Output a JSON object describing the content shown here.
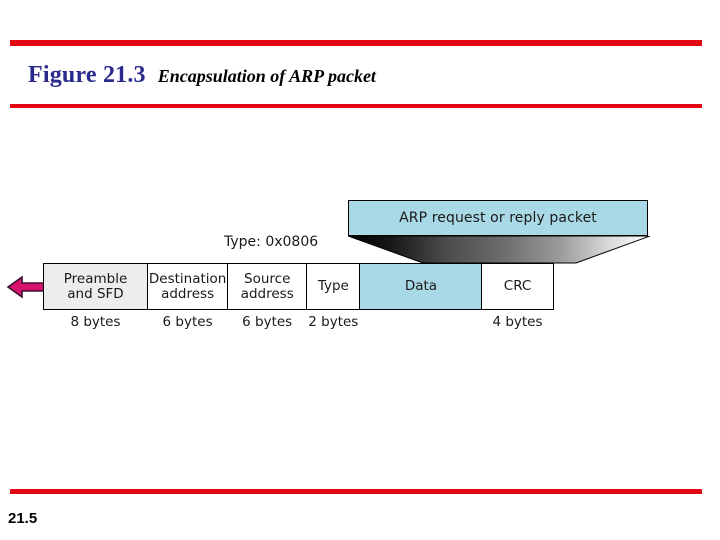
{
  "slide": {
    "figure_label": "Figure 21.3",
    "figure_caption": "Encapsulation of ARP packet",
    "page_number": "21.5",
    "rule_color": "#e30613",
    "figure_label_color": "#2a2a8c"
  },
  "diagram": {
    "upper_packet": {
      "label": "ARP request or reply packet",
      "fill_color": "#a9d8e6",
      "border_color": "#000000"
    },
    "funnel": {
      "name": "encapsulation-funnel",
      "gradient_from": "#000000",
      "gradient_to": "#ffffff"
    },
    "type_annotation": "Type: 0x0806",
    "flow_arrow": {
      "name": "transmission-arrow",
      "direction": "left",
      "fill_color": "#d6146e",
      "outline_color": "#3d1030"
    },
    "frame": {
      "fields": [
        {
          "label": "Preamble\nand SFD",
          "size": "8 bytes",
          "width": 105,
          "fill": "#ededed",
          "highlight": false
        },
        {
          "label": "Destination\naddress",
          "size": "6 bytes",
          "width": 82,
          "fill": "#ffffff",
          "highlight": false
        },
        {
          "label": "Source\naddress",
          "size": "6 bytes",
          "width": 80,
          "fill": "#ffffff",
          "highlight": false
        },
        {
          "label": "Type",
          "size": "2 bytes",
          "width": 55,
          "fill": "#ffffff",
          "highlight": false
        },
        {
          "label": "Data",
          "size": "",
          "width": 123,
          "fill": "#a9d8e6",
          "highlight": true
        },
        {
          "label": "CRC",
          "size": "4 bytes",
          "width": 73,
          "fill": "#ffffff",
          "highlight": false
        }
      ]
    }
  }
}
